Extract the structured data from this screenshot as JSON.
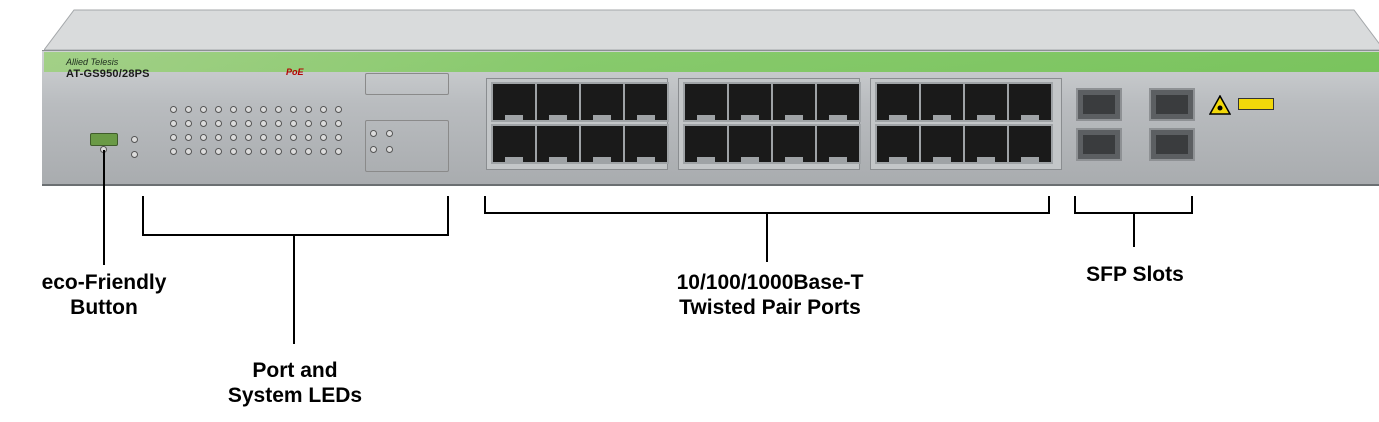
{
  "device": {
    "brand": "Allied Telesis",
    "model": "AT-GS950/28PS",
    "poe_mark": "PoE"
  },
  "callouts": {
    "eco_friendly_button": [
      "eco-Friendly",
      "Button"
    ],
    "port_system_leds": [
      "Port and",
      "System LEDs"
    ],
    "twisted_pair_ports": [
      "10/100/1000Base-T",
      "Twisted Pair Ports"
    ],
    "sfp_slots": [
      "SFP Slots"
    ]
  },
  "colors": {
    "chassis": "#b9bcbf",
    "accent_band": "#6cc24a",
    "port": "#1a1a1a",
    "laser_label": "#f2d80a"
  }
}
